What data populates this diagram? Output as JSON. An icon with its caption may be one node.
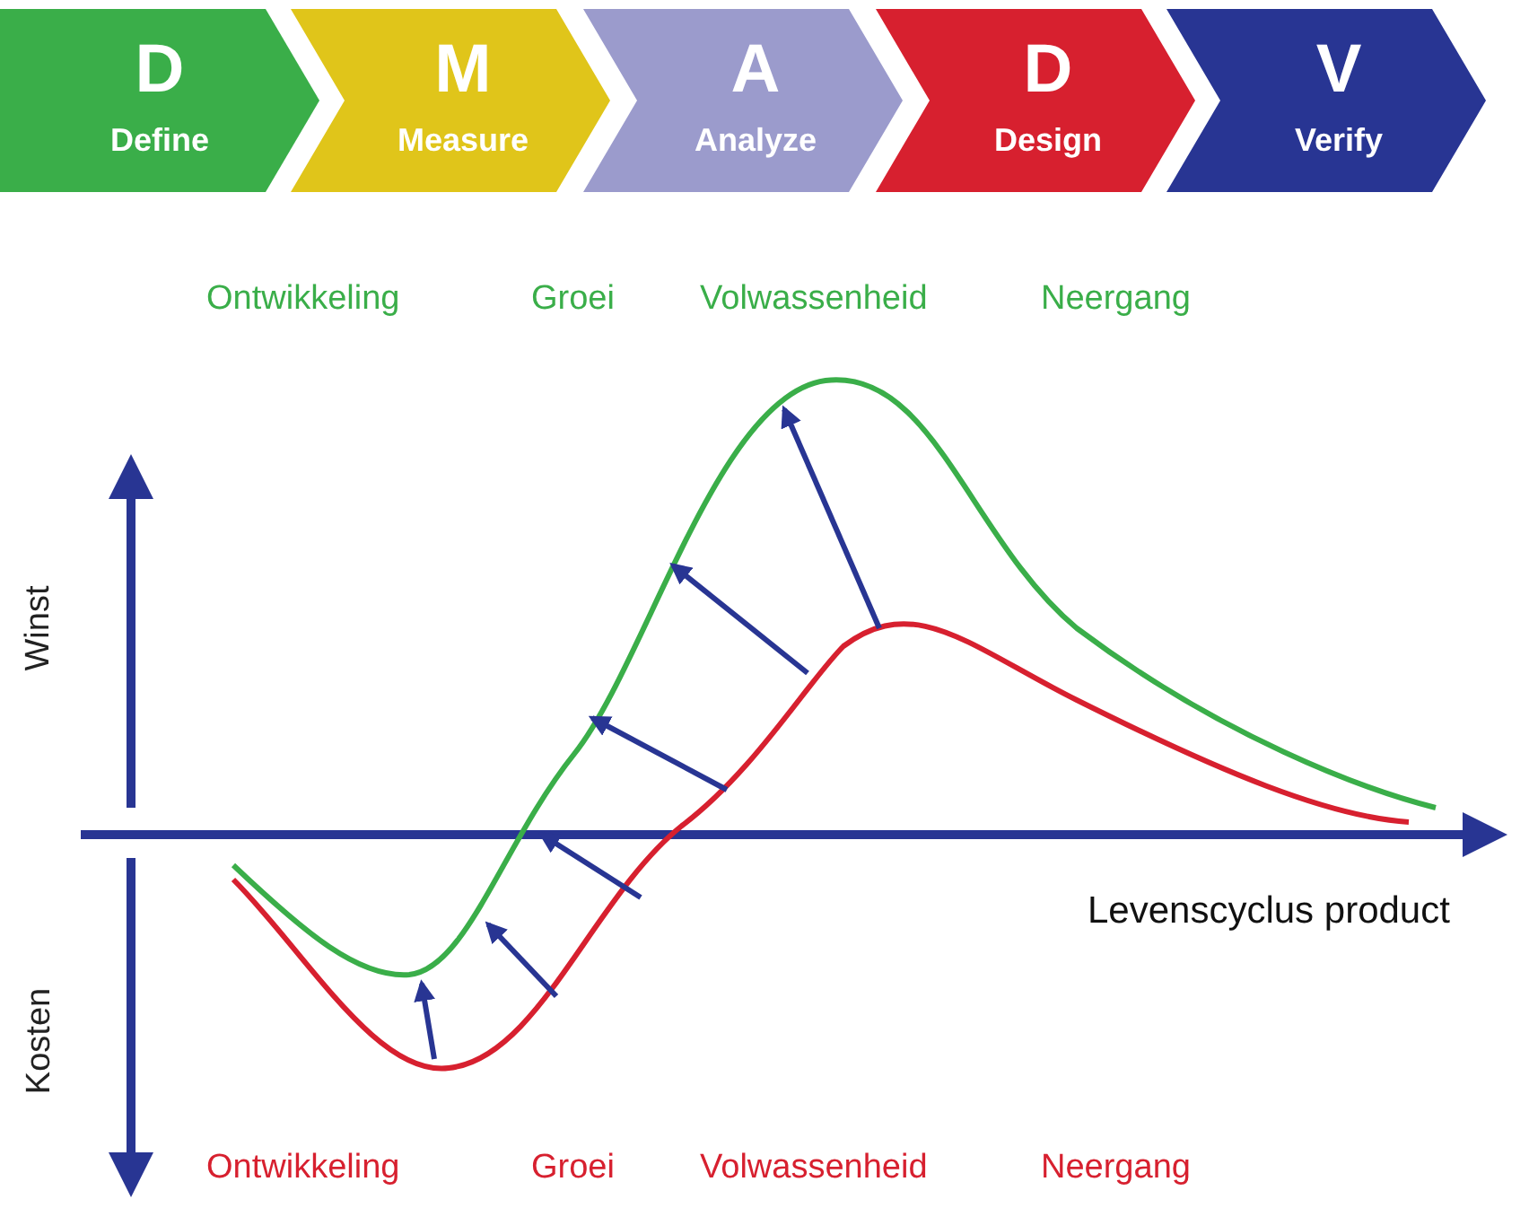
{
  "diagram": {
    "nodes": [
      {
        "text": [
          "D",
          "Define"
        ]
      },
      {
        "text": [
          "M",
          "Measure"
        ]
      },
      {
        "text": [
          "A",
          "Analyze"
        ]
      },
      {
        "text": [
          "D",
          "Design"
        ]
      },
      {
        "text": [
          "V",
          "Verify"
        ]
      }
    ],
    "labels": [
      "Ontwikkeling",
      "Groei",
      "Volwassenheid",
      "Neergang",
      "Winst",
      "Levenscyclus product",
      "Kosten",
      "Ontwikkeling",
      "Groei",
      "Volwassenheid",
      "Neergang"
    ]
  }
}
